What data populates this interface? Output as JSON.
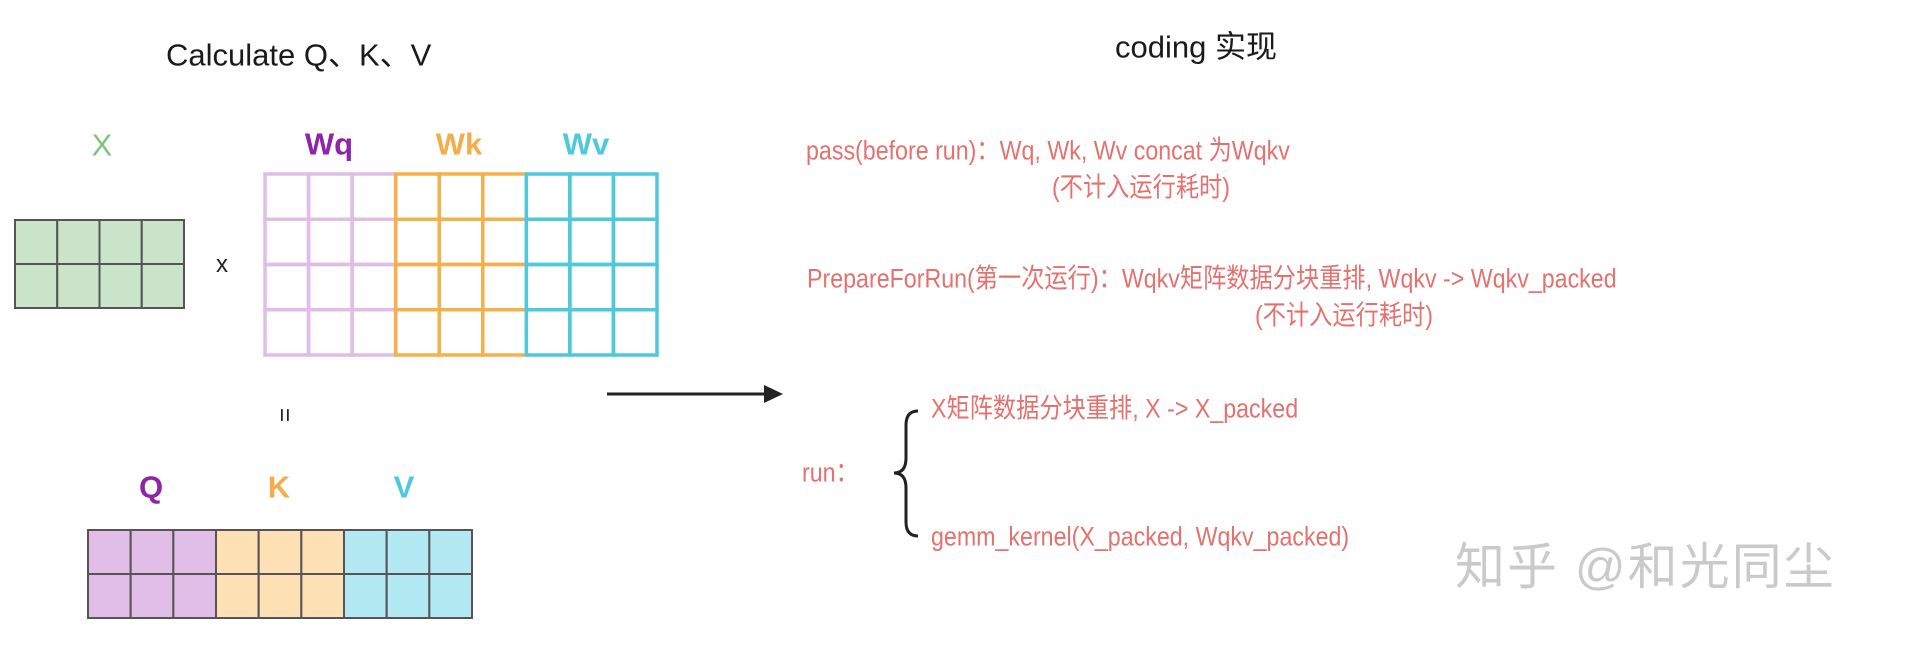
{
  "left": {
    "title": "Calculate Q、K、V",
    "x_label": "X",
    "multiply_sign": "x",
    "equals_sign": "=",
    "weights": [
      {
        "label": "Wq",
        "color": "#8e24aa",
        "stroke": "#e0bde6"
      },
      {
        "label": "Wk",
        "color": "#f5ad4a",
        "stroke": "#f5b04c"
      },
      {
        "label": "Wv",
        "color": "#4ec9db",
        "stroke": "#4ec9db"
      }
    ],
    "outputs": [
      {
        "label": "Q",
        "color": "#8e24aa",
        "fill": "#e1bee7"
      },
      {
        "label": "K",
        "color": "#f5ad4a",
        "fill": "#fde0b4"
      },
      {
        "label": "V",
        "color": "#4ec9db",
        "fill": "#b3e9f2"
      }
    ],
    "x_color": "#7cc47f",
    "x_fill": "#c9e4c9"
  },
  "right": {
    "title": "coding 实现",
    "pass_line": "pass(before run)：Wq, Wk, Wv concat 为Wqkv",
    "pass_note": "(不计入运行耗时)",
    "prepare_line": "PrepareForRun(第一次运行)：Wqkv矩阵数据分块重排, Wqkv -> Wqkv_packed",
    "prepare_note": "(不计入运行耗时)",
    "run_label": "run：",
    "run_step1": "X矩阵数据分块重排, X -> X_packed",
    "run_step2": "gemm_kernel(X_packed, Wqkv_packed)"
  },
  "watermark": "知乎 @和光同尘"
}
